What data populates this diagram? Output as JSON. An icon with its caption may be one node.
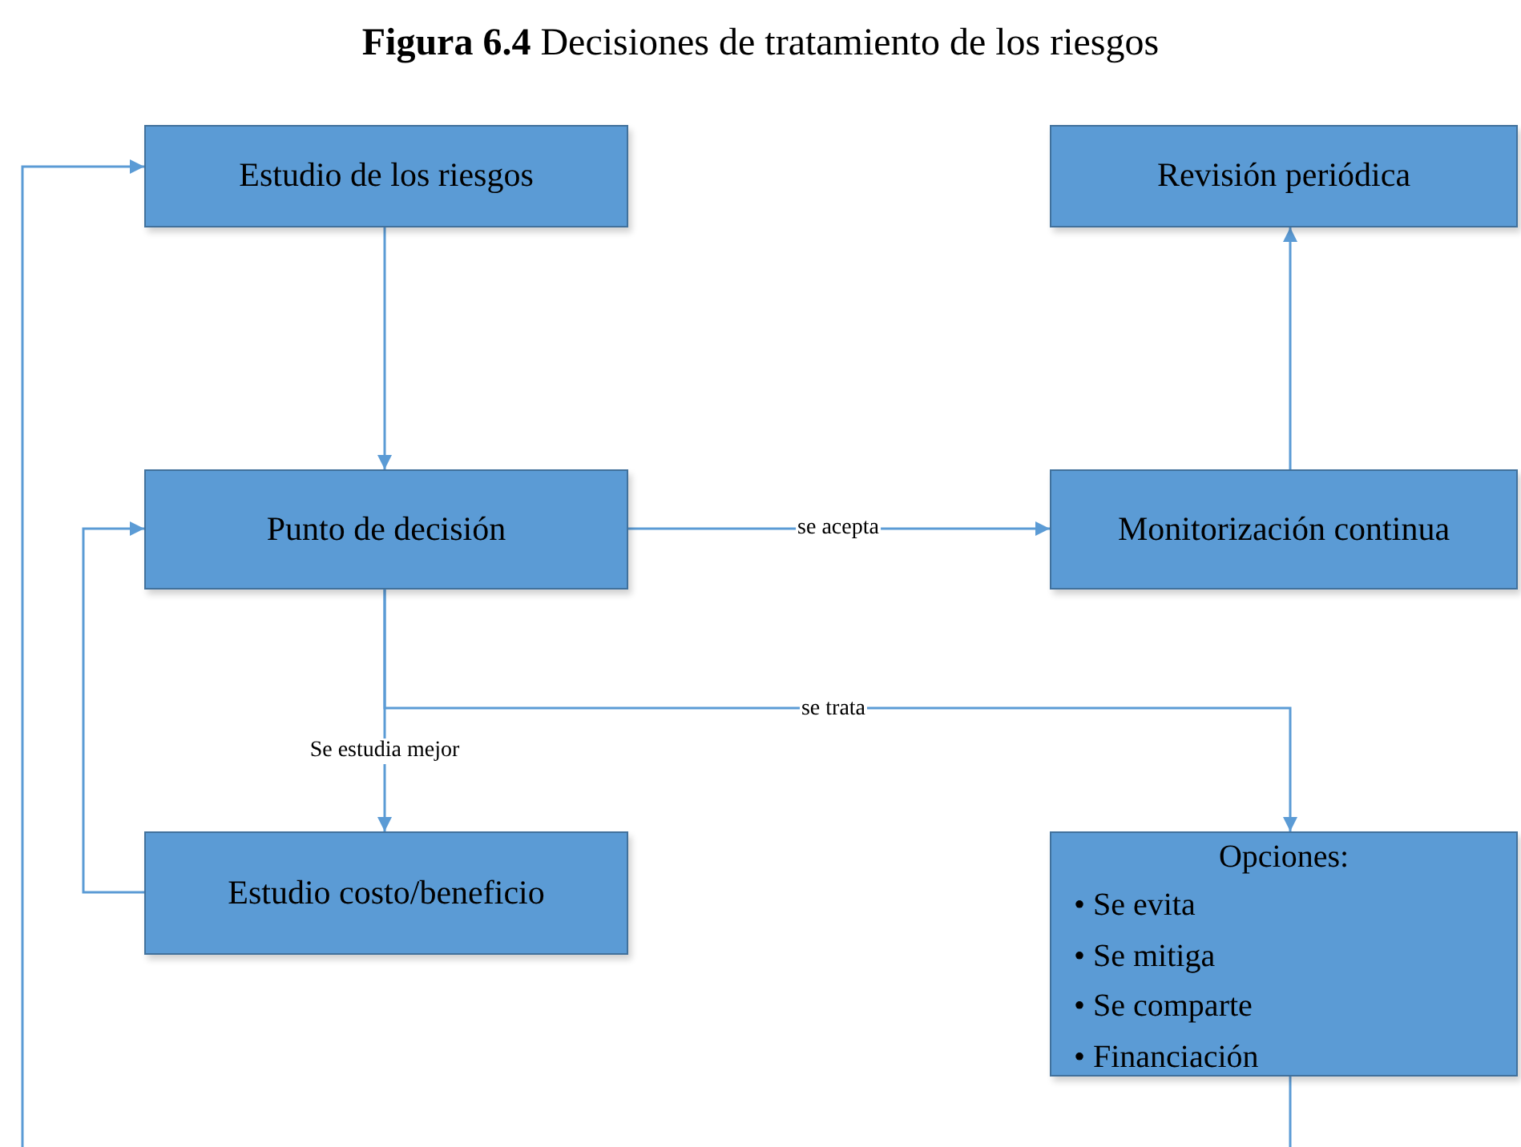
{
  "diagram": {
    "title": "**Figura 6.4** Decisiones de tratamiento de los riesgos",
    "nodes": [
      {
        "text": [
          "Estudio de los riesgos"
        ]
      },
      {
        "text": [
          "Revisión periódica"
        ]
      },
      {
        "text": [
          "Punto de decisión"
        ]
      },
      {
        "text": [
          "Monitorización continua"
        ]
      },
      {
        "text": [
          "Estudio costo/beneficio"
        ]
      },
      {
        "text": [
          "Opciones:",
          "• Se evita",
          "• Se mitiga",
          "• Se comparte",
          "• Financiación"
        ]
      }
    ],
    "edges": [
      {
        "from": 0,
        "to": 2,
        "arrow": "to"
      },
      {
        "from": 2,
        "to": 3,
        "arrow": "to",
        "label": "se acepta"
      },
      {
        "from": 3,
        "to": 1,
        "arrow": "to"
      },
      {
        "from": 2,
        "to": 4,
        "arrow": "to",
        "label": "Se estudia mejor"
      },
      {
        "from": 2,
        "to": 5,
        "arrow": "to",
        "label": "se trata"
      },
      {
        "from": 4,
        "to": 2,
        "arrow": "to"
      },
      {
        "from": 5,
        "to": null,
        "arrow": "none"
      },
      {
        "from": null,
        "to": 0,
        "arrow": "to"
      }
    ]
  }
}
